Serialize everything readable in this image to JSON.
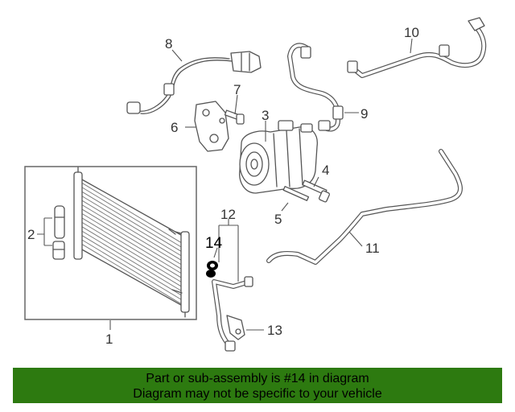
{
  "diagram": {
    "callouts": [
      "1",
      "2",
      "3",
      "4",
      "5",
      "6",
      "7",
      "8",
      "9",
      "10",
      "11",
      "12",
      "13",
      "14"
    ],
    "highlighted_part": "14"
  },
  "banner": {
    "line1": "Part or sub-assembly is #14 in diagram",
    "line2": "Diagram may not be specific to your vehicle"
  },
  "colors": {
    "banner_background": "#2d7a10",
    "highlight": "#000000",
    "line_art": "#555555"
  }
}
